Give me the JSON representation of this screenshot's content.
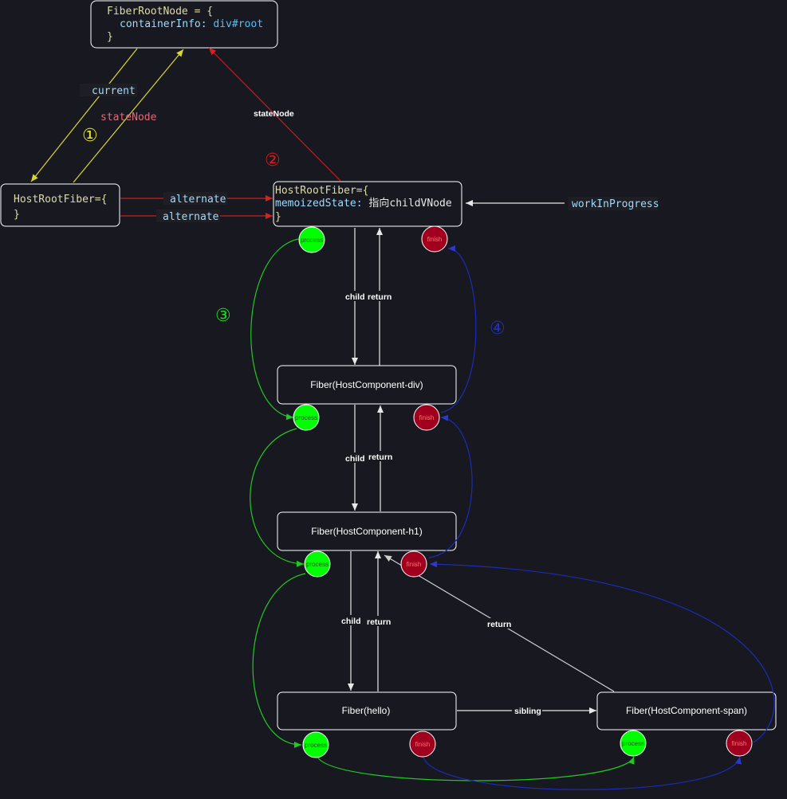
{
  "root_node": {
    "line1": "FiberRootNode = {",
    "line2_key": "containerInfo: ",
    "line2_val": "div#root",
    "line3": "}"
  },
  "current_fiber": {
    "line1": "HostRootFiber={",
    "line2": "}"
  },
  "wip_fiber": {
    "line1": "HostRootFiber={",
    "line2_key": " memoizedState: ",
    "line2_val": "指向childVNode",
    "line3": "}"
  },
  "labels": {
    "current": "current",
    "state_node_1": "stateNode",
    "state_node_2": "stateNode",
    "alternate_1": "alternate",
    "alternate_2": "alternate",
    "work_in_progress": "workInProgress",
    "child": "child",
    "return": "return",
    "sibling": "sibling"
  },
  "steps": [
    "①",
    "②",
    "③",
    "④"
  ],
  "fibers": {
    "div": "Fiber(HostComponent-div)",
    "h1": "Fiber(HostComponent-h1)",
    "hello": "Fiber(hello)",
    "span": "Fiber(HostComponent-span)"
  },
  "markers": {
    "process": "process",
    "finish": "finish"
  },
  "colors": {
    "background": "#181820",
    "yellow": "#d8d830",
    "red": "#c81e1e",
    "green": "#22c822",
    "blue": "#1c2cb4",
    "white": "#e8e8e8",
    "process_fill": "#00ff00",
    "finish_fill": "#a0001e",
    "code_keyword": "#dcdcaa",
    "code_property": "#9cdcfe"
  }
}
